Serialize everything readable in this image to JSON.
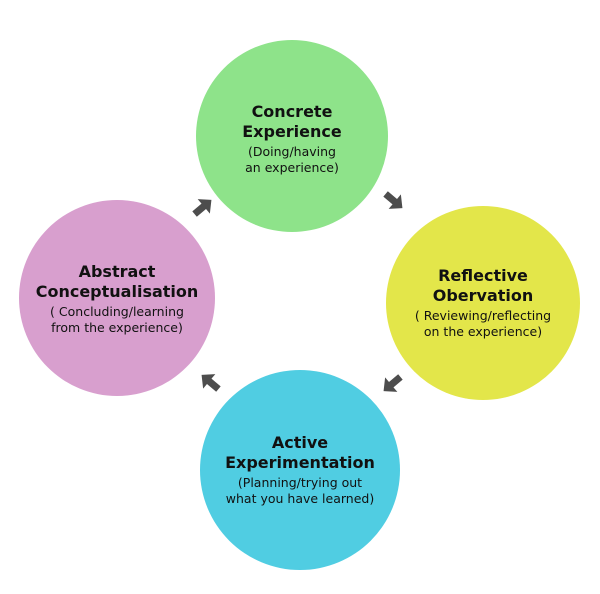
{
  "colors": {
    "concrete": "#8ee38a",
    "reflective": "#e3e64a",
    "active": "#50cde2",
    "abstract": "#d89fce",
    "arrow": "#4d4d4d"
  },
  "stages": {
    "concrete": {
      "title_lines": [
        "Concrete",
        "Experience"
      ],
      "desc_lines": [
        "(Doing/having",
        "an experience)"
      ]
    },
    "reflective": {
      "title_lines": [
        "Reflective",
        "Obervation"
      ],
      "desc_lines": [
        "( Reviewing/reflecting",
        "on the experience)"
      ]
    },
    "active": {
      "title_lines": [
        "Active",
        "Experimentation"
      ],
      "desc_lines": [
        "(Planning/trying out",
        "what you have learned)"
      ]
    },
    "abstract": {
      "title_lines": [
        "Abstract",
        "Conceptualisation"
      ],
      "desc_lines": [
        "( Concluding/learning",
        "from the experience)"
      ]
    }
  },
  "arrows": [
    {
      "from": "concrete",
      "to": "reflective",
      "icon": "arrow-down-right-icon"
    },
    {
      "from": "reflective",
      "to": "active",
      "icon": "arrow-down-left-icon"
    },
    {
      "from": "active",
      "to": "abstract",
      "icon": "arrow-up-left-icon"
    },
    {
      "from": "abstract",
      "to": "concrete",
      "icon": "arrow-up-right-icon"
    }
  ]
}
